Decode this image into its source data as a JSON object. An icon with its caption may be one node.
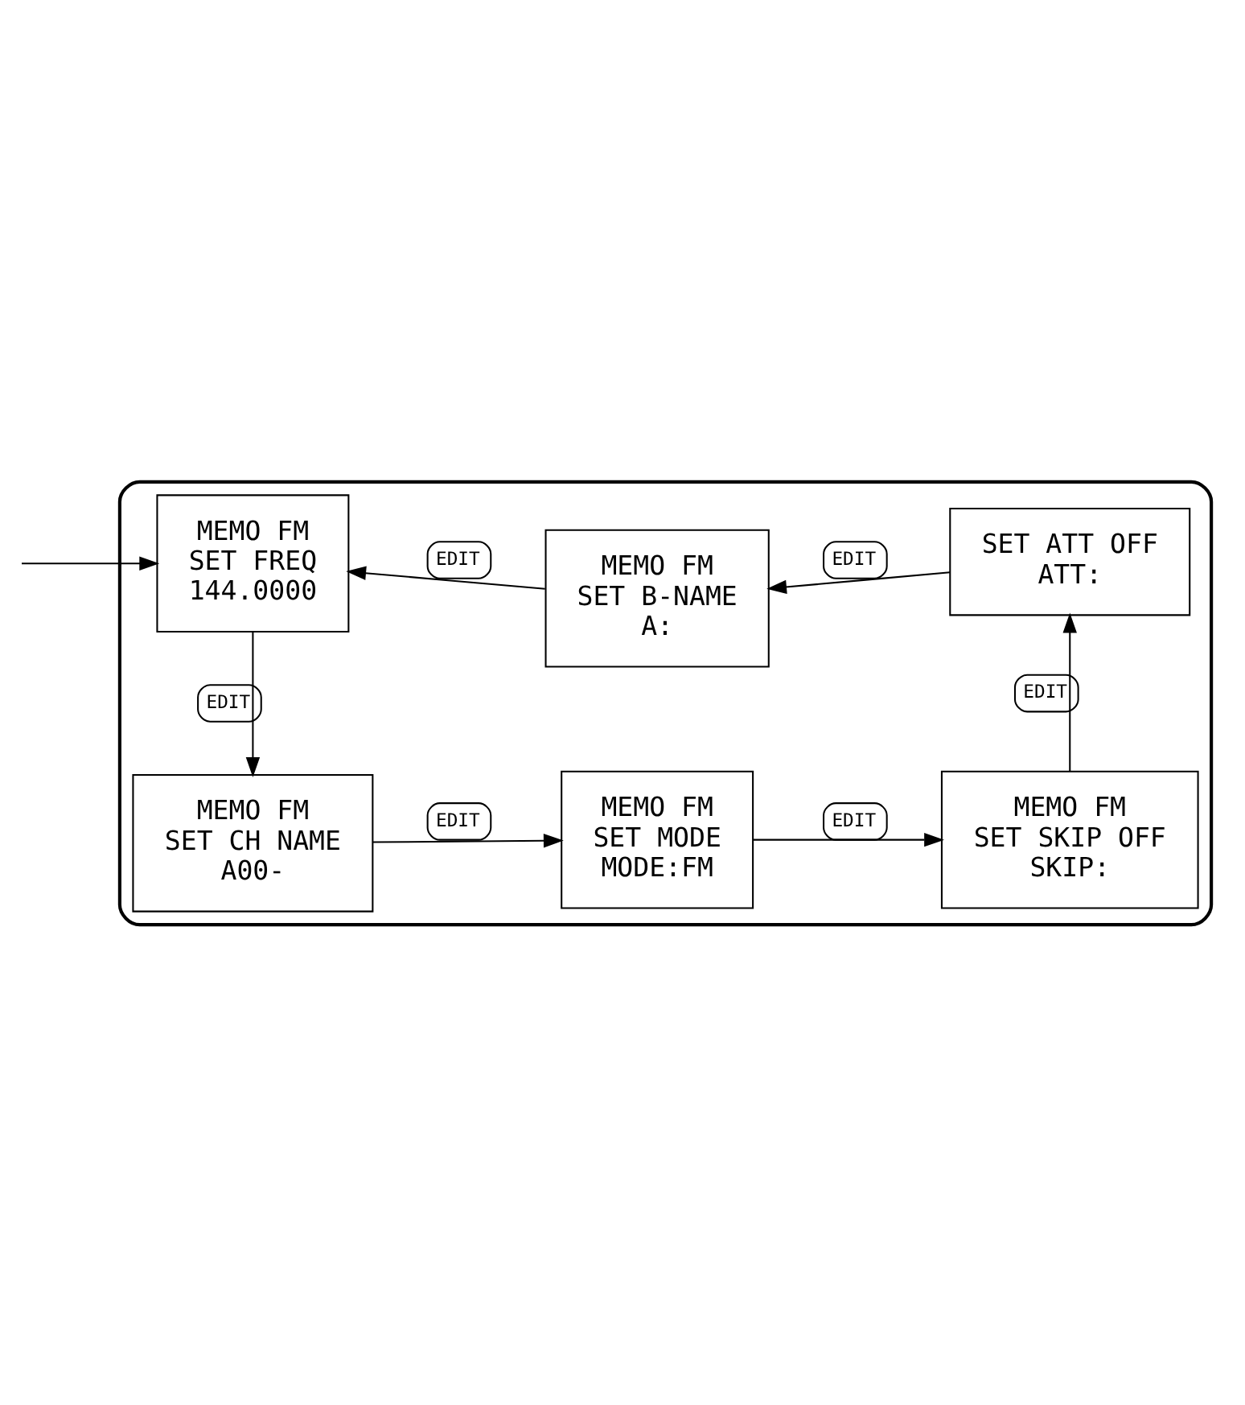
{
  "diagram": {
    "nodes": [
      {
        "text": [],
        "shape": "box"
      },
      {
        "text": [
          "MEMO FM",
          "SET FREQ",
          "144.0000"
        ],
        "in": 0
      },
      {
        "text": [
          "MEMO FM",
          "SET CH NAME",
          "A00-"
        ],
        "in": 0
      },
      {
        "text": [
          "MEMO FM",
          "SET MODE",
          "MODE:FM"
        ],
        "in": 0
      },
      {
        "text": [
          "MEMO FM",
          "SET SKIP OFF",
          "SKIP:"
        ],
        "in": 0
      },
      {
        "text": [
          "SET ATT OFF",
          "ATT:"
        ],
        "in": 0
      },
      {
        "text": [
          "MEMO FM",
          "SET B-NAME",
          "A:"
        ],
        "in": 0
      }
    ],
    "edges": [
      {
        "from": null,
        "to": 1,
        "arrow": "to"
      },
      {
        "from": 1,
        "to": 2,
        "arrow": "to",
        "label": "EDIT"
      },
      {
        "from": 2,
        "to": 3,
        "arrow": "to",
        "label": "EDIT"
      },
      {
        "from": 3,
        "to": 4,
        "arrow": "to",
        "label": "EDIT"
      },
      {
        "from": 4,
        "to": 5,
        "arrow": "to",
        "label": "EDIT"
      },
      {
        "from": 5,
        "to": 6,
        "arrow": "to",
        "label": "EDIT"
      },
      {
        "from": 6,
        "to": 1,
        "arrow": "to",
        "label": "EDIT"
      }
    ]
  }
}
